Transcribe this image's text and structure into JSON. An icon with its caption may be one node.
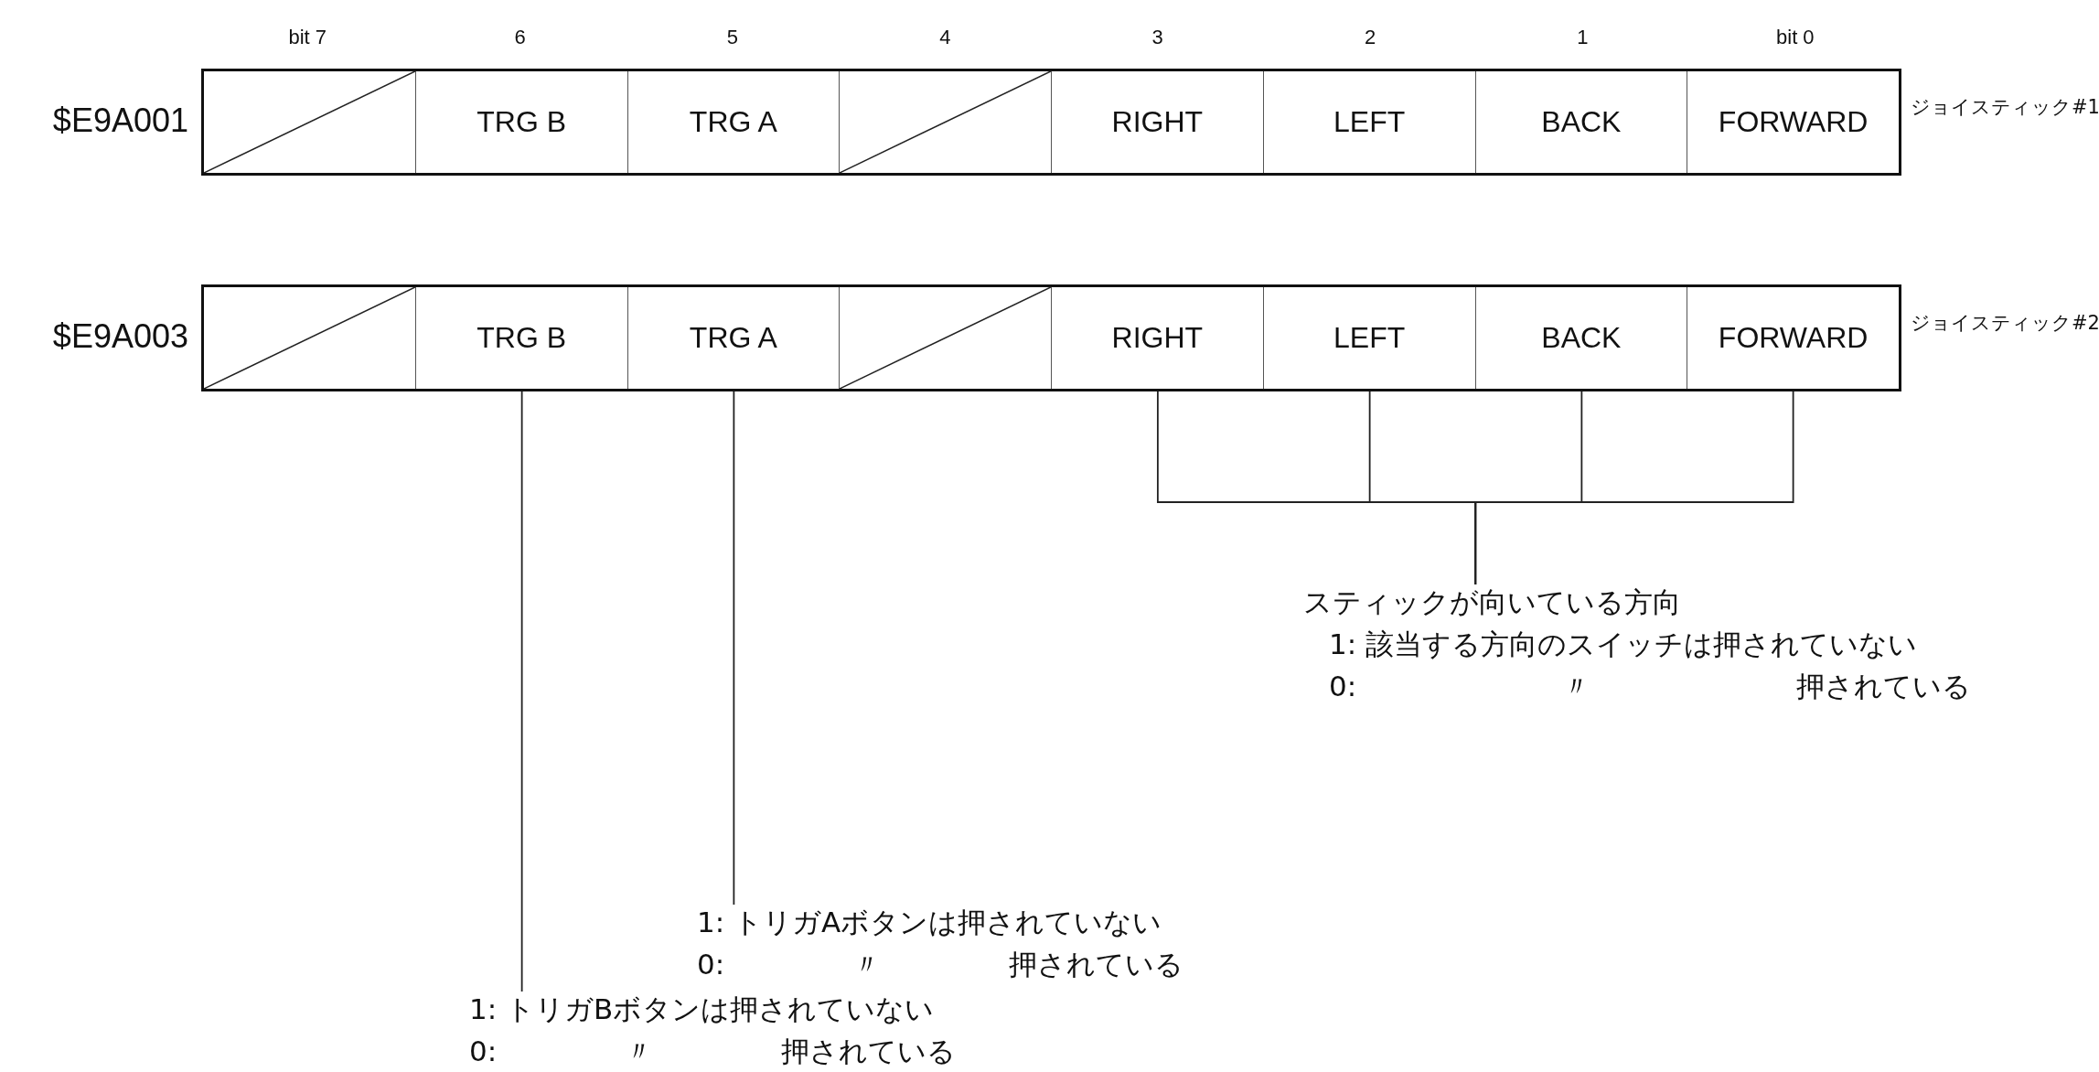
{
  "diagram": {
    "nodes": [
      {
        "text": [
          "$E9A001"
        ],
        "beside": [
          "ジョイスティック#1"
        ]
      },
      {
        "text": [],
        "shape": "box",
        "in": 0
      },
      {
        "text": [
          "TRG B"
        ],
        "in": 0
      },
      {
        "text": [
          "TRG A"
        ],
        "in": 0
      },
      {
        "text": [],
        "shape": "box",
        "in": 0
      },
      {
        "text": [
          "RIGHT"
        ],
        "in": 0
      },
      {
        "text": [
          "LEFT"
        ],
        "in": 0
      },
      {
        "text": [
          "BACK"
        ],
        "in": 0
      },
      {
        "text": [
          "FORWARD"
        ],
        "in": 0
      },
      {
        "text": [
          "$E9A003"
        ],
        "beside": [
          "ジョイスティック#2"
        ]
      },
      {
        "text": [],
        "shape": "box",
        "in": 9
      },
      {
        "text": [
          "TRG B"
        ],
        "in": 9
      },
      {
        "text": [
          "TRG A"
        ],
        "in": 9
      },
      {
        "text": [],
        "shape": "box",
        "in": 9
      },
      {
        "text": [
          "RIGHT"
        ],
        "in": 9
      },
      {
        "text": [
          "LEFT"
        ],
        "in": 9
      },
      {
        "text": [
          "BACK"
        ],
        "in": 9
      },
      {
        "text": [
          "FORWARD"
        ],
        "in": 9
      },
      {
        "text": [
          "スティックが向いている方向",
          "1: 該当する方向のスイッチは押されていない",
          "0: 〃 押されている"
        ]
      },
      {
        "text": [
          "1: トリガAボタンは押されていない",
          "0: 〃 押されている"
        ]
      },
      {
        "text": [
          "1: トリガBボタンは押されていない",
          "0: 〃 押されている"
        ]
      }
    ],
    "edges": [
      {
        "from": 11,
        "to": 20,
        "arrow": "none"
      },
      {
        "from": 12,
        "to": 19,
        "arrow": "none"
      },
      {
        "from": 14,
        "to": 18,
        "arrow": "none"
      },
      {
        "from": 15,
        "to": 18,
        "arrow": "none"
      },
      {
        "from": 16,
        "to": 18,
        "arrow": "none"
      },
      {
        "from": 17,
        "to": 18,
        "arrow": "none"
      }
    ],
    "labels": [
      "bit 7",
      "6",
      "5",
      "4",
      "3",
      "2",
      "1",
      "bit 0"
    ]
  }
}
